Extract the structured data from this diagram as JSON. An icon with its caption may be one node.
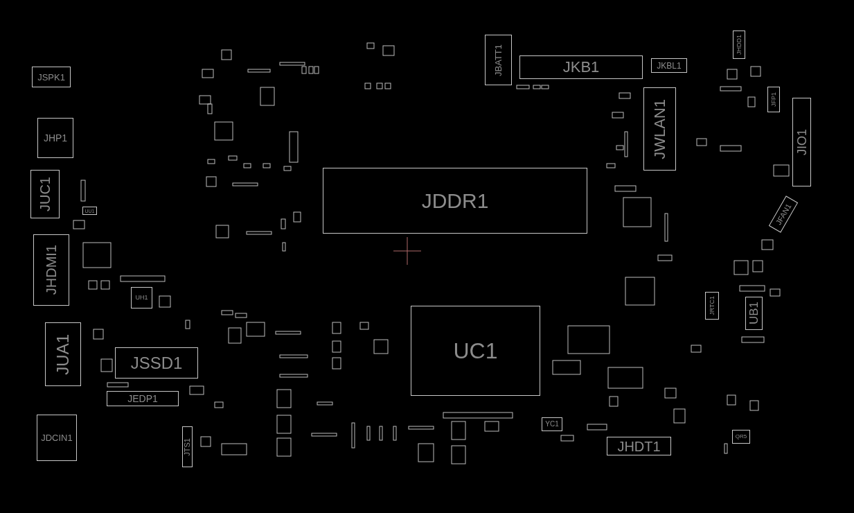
{
  "diagram": {
    "nodes": [
      {
        "text": [
          "JSPK1"
        ]
      },
      {
        "text": [
          "JHP1"
        ]
      },
      {
        "text": [
          "JUC1"
        ]
      },
      {
        "text": [
          "UU1"
        ]
      },
      {
        "text": [
          "JHDMI1"
        ]
      },
      {
        "text": [
          "UH1"
        ]
      },
      {
        "text": [
          "JUA1"
        ]
      },
      {
        "text": [
          "JSSD1"
        ]
      },
      {
        "text": [
          "JEDP1"
        ]
      },
      {
        "text": [
          "JDCIN1"
        ]
      },
      {
        "text": [
          "JTS1"
        ]
      },
      {
        "text": [
          "JBATT1"
        ]
      },
      {
        "text": [
          "JKB1"
        ]
      },
      {
        "text": [
          "JKBL1"
        ]
      },
      {
        "text": [
          "JWLAN1"
        ]
      },
      {
        "text": [
          "JDDR1"
        ]
      },
      {
        "text": [
          "JHDD1"
        ]
      },
      {
        "text": [
          "JFP1"
        ]
      },
      {
        "text": [
          "JIO1"
        ]
      },
      {
        "text": [
          "JFAN1"
        ]
      },
      {
        "text": [
          "JRTC1"
        ]
      },
      {
        "text": [
          "UB1"
        ]
      },
      {
        "text": [
          "UC1"
        ]
      },
      {
        "text": [
          "JHDT1"
        ]
      },
      {
        "text": [
          "QR5"
        ]
      },
      {
        "text": [
          "YC1"
        ]
      }
    ]
  }
}
